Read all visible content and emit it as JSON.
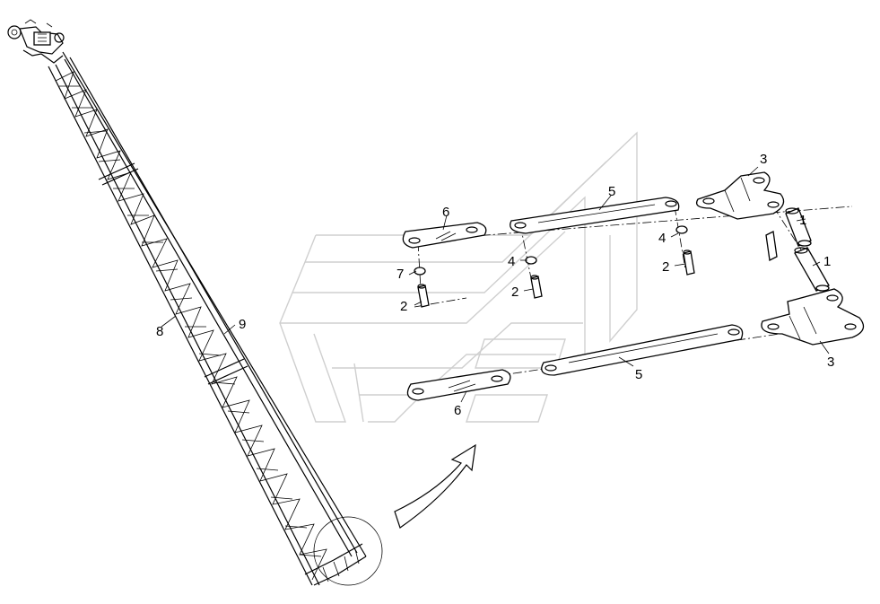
{
  "callouts": {
    "c1a": "1",
    "c1b": "1",
    "c2a": "2",
    "c2b": "2",
    "c2c": "2",
    "c3a": "3",
    "c3b": "3",
    "c4a": "4",
    "c4b": "4",
    "c5a": "5",
    "c5b": "5",
    "c6a": "6",
    "c6b": "6",
    "c7": "7",
    "c8": "8",
    "c9": "9"
  },
  "colors": {
    "ink": "#000000",
    "watermark": "#cfcfcf",
    "background": "#ffffff"
  }
}
